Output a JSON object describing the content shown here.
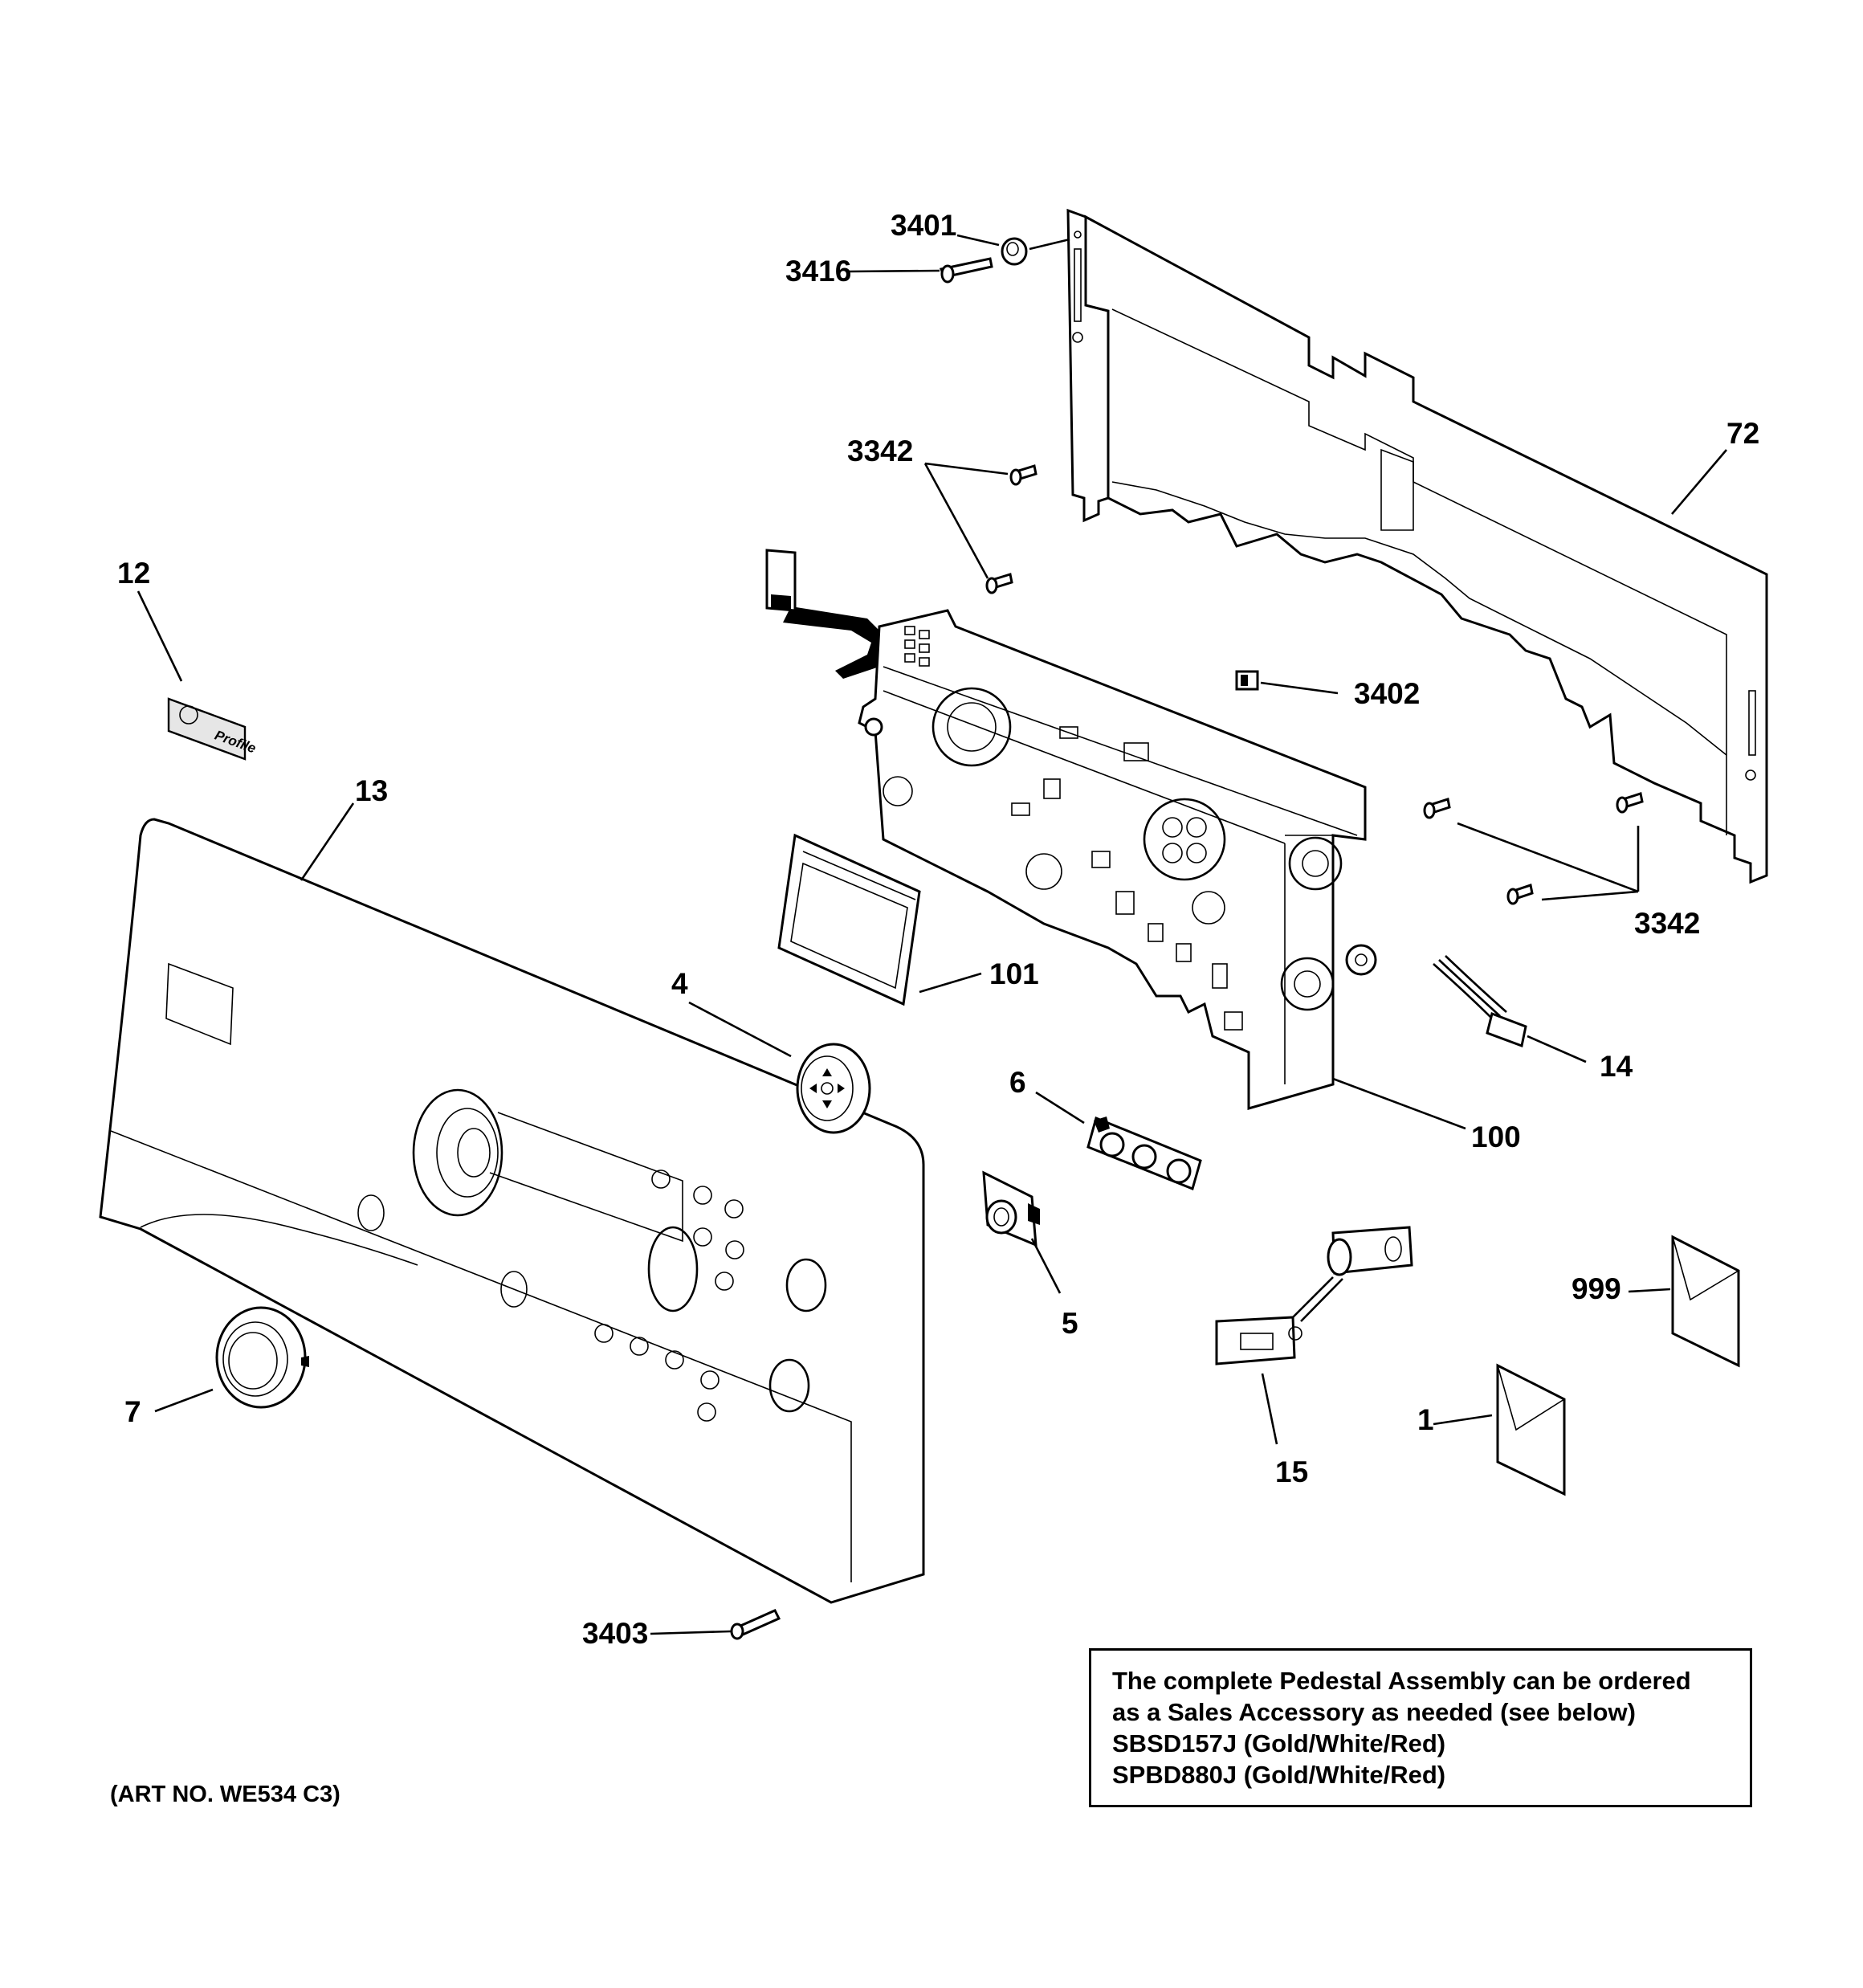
{
  "parts": [
    {
      "label": "3401"
    },
    {
      "label": "3416"
    },
    {
      "label": "72"
    },
    {
      "label": "3342"
    },
    {
      "label": "12"
    },
    {
      "label": "3402"
    },
    {
      "label": "13"
    },
    {
      "label": "3342"
    },
    {
      "label": "101"
    },
    {
      "label": "4"
    },
    {
      "label": "14"
    },
    {
      "label": "6"
    },
    {
      "label": "100"
    },
    {
      "label": "999"
    },
    {
      "label": "5"
    },
    {
      "label": "7"
    },
    {
      "label": "1"
    },
    {
      "label": "15"
    },
    {
      "label": "3403"
    }
  ],
  "badge": {
    "logo_text": "Profile"
  },
  "note": {
    "lines": [
      "The complete Pedestal Assembly can be ordered",
      "as a Sales Accessory as needed (see below)",
      "SBSD157J (Gold/White/Red)",
      "SPBD880J (Gold/White/Red)"
    ]
  },
  "art_number": "(ART NO. WE534 C3)"
}
